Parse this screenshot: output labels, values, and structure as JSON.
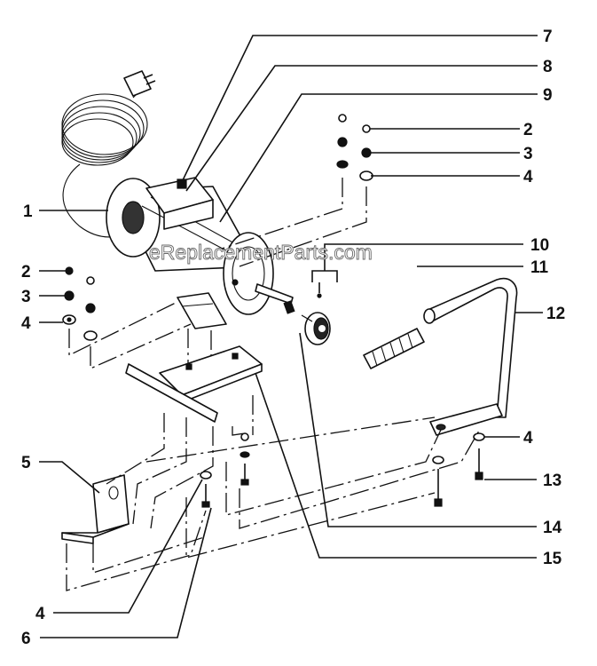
{
  "watermark": "eReplacementParts.com",
  "callouts": [
    {
      "id": "c7",
      "text": "7"
    },
    {
      "id": "c8",
      "text": "8"
    },
    {
      "id": "c9",
      "text": "9"
    },
    {
      "id": "c2r",
      "text": "2"
    },
    {
      "id": "c3r",
      "text": "3"
    },
    {
      "id": "c4r",
      "text": "4"
    },
    {
      "id": "c1",
      "text": "1"
    },
    {
      "id": "c10",
      "text": "10"
    },
    {
      "id": "c11",
      "text": "11"
    },
    {
      "id": "c2l",
      "text": "2"
    },
    {
      "id": "c3l",
      "text": "3"
    },
    {
      "id": "c12",
      "text": "12"
    },
    {
      "id": "c4l",
      "text": "4"
    },
    {
      "id": "c4m",
      "text": "4"
    },
    {
      "id": "c5",
      "text": "5"
    },
    {
      "id": "c13",
      "text": "13"
    },
    {
      "id": "c14",
      "text": "14"
    },
    {
      "id": "c15",
      "text": "15"
    },
    {
      "id": "c4b",
      "text": "4"
    },
    {
      "id": "c6",
      "text": "6"
    }
  ]
}
